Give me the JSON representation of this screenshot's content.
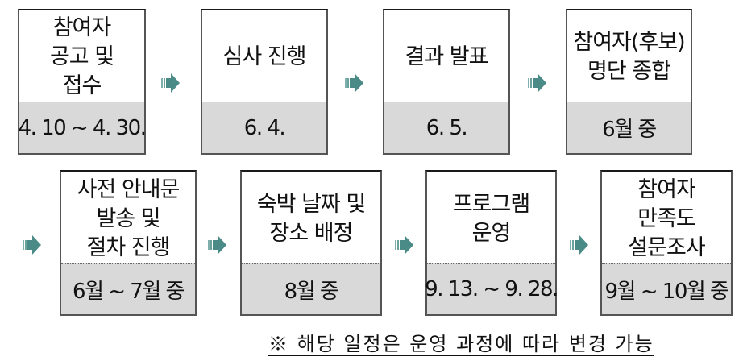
{
  "colors": {
    "arrow": "#4a8b87",
    "date_band": "#d9d9d9",
    "border": "#555555"
  },
  "steps": [
    {
      "title": "참여자\n공고 및\n접수",
      "date": "4. 10 ~ 4. 30."
    },
    {
      "title": "심사 진행",
      "date": "6. 4."
    },
    {
      "title": "결과 발표",
      "date": "6. 5."
    },
    {
      "title": "참여자(후보)\n명단 종합",
      "date": "6월 중"
    },
    {
      "title": "사전 안내문\n발송 및\n절차 진행",
      "date": "6월 ~ 7월 중"
    },
    {
      "title": "숙박 날짜 및\n장소 배정",
      "date": "8월 중"
    },
    {
      "title": "프로그램\n운영",
      "date": "9. 13. ~ 9. 28."
    },
    {
      "title": "참여자\n만족도\n설문조사",
      "date": "9월 ~ 10월 중"
    }
  ],
  "arrow_icon": "right-arrow-icon",
  "note": "※ 해당 일정은 운영 과정에 따라 변경 가능"
}
